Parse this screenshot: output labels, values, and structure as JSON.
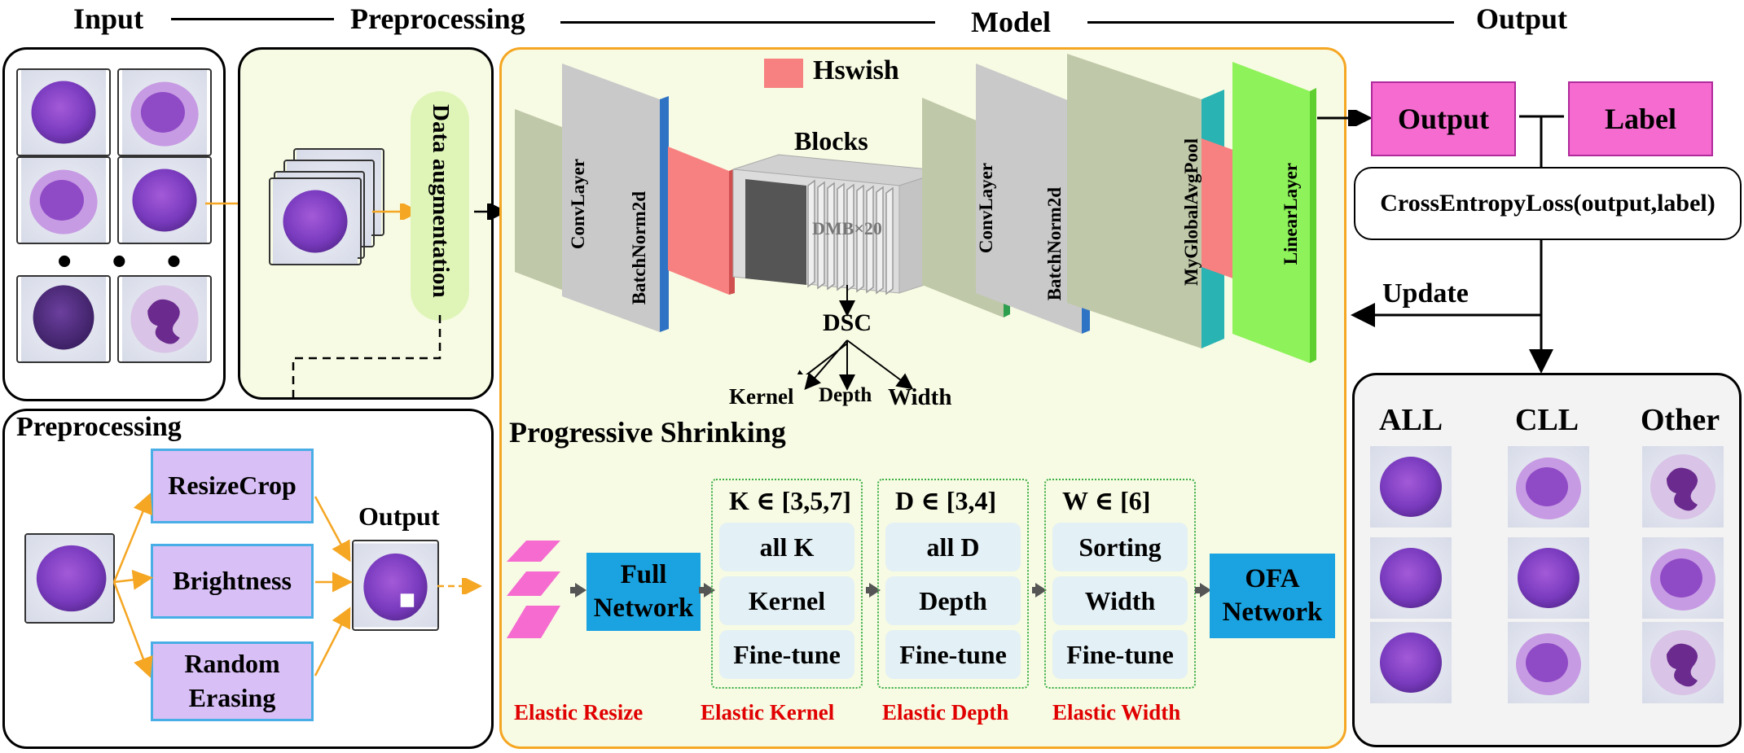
{
  "headers": {
    "input": "Input",
    "preprocessing": "Preprocessing",
    "model": "Model",
    "output": "Output"
  },
  "input_panel": {
    "ellipsis": "• • •"
  },
  "preprocessing_top": {
    "augmentation_label": "Data augmentation"
  },
  "preprocessing_panel": {
    "title": "Preprocessing",
    "ops": [
      "ResizeCrop",
      "Brightness",
      "Random Erasing"
    ],
    "output_label": "Output"
  },
  "model": {
    "legend": "Hswish",
    "layers": [
      "ConvLayer",
      "BatchNorm2d",
      "ConvLayer",
      "BatchNorm2d",
      "MyGlobalAvgPool",
      "LinearLayer"
    ],
    "blocks_label": "Blocks",
    "dmb_label": "DMB×20",
    "dsc_label": "DSC",
    "dsc_children": [
      "Kernel",
      "Depth",
      "Width"
    ],
    "ps_title": "Progressive Shrinking",
    "full_network": "Full Network",
    "ofa_network": "OFA Network",
    "stages": [
      {
        "title": "K ∈ [3,5,7]",
        "items": [
          "all K",
          "Kernel",
          "Fine-tune"
        ]
      },
      {
        "title": "D ∈ [3,4]",
        "items": [
          "all D",
          "Depth",
          "Fine-tune"
        ]
      },
      {
        "title": "W ∈ [6]",
        "items": [
          "Sorting",
          "Width",
          "Fine-tune"
        ]
      }
    ],
    "elastic_labels": [
      "Elastic Resize",
      "Elastic Kernel",
      "Elastic Depth",
      "Elastic Width"
    ]
  },
  "output_panel": {
    "output_box": "Output",
    "label_box": "Label",
    "loss": "CrossEntropyLoss(output,label)",
    "update": "Update",
    "classes": [
      "ALL",
      "CLL",
      "Other"
    ]
  },
  "colors": {
    "panel_yellow": "#f7fbe3",
    "model_border": "#f5a623",
    "hswish": "#f78181",
    "conv_fill": "#bfc8a8",
    "conv_edge": "#2e9e4f",
    "bn_fill": "#c9c9c9",
    "bn_edge": "#2f74c4",
    "pool_edge": "#29b3b3",
    "linear_fill": "#8ef25a",
    "blue_box": "#1aa3e0",
    "pink_box": "#f56bd0",
    "preproc_box": "#d8bff5",
    "elastic_red": "#e00000",
    "orange_arrow": "#f5a623"
  }
}
